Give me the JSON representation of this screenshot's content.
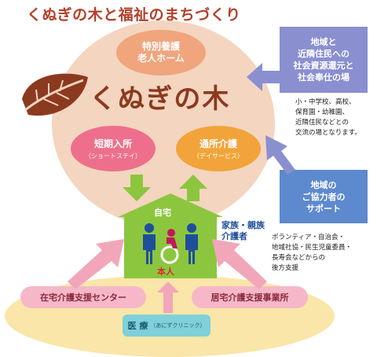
{
  "title": "くぬぎの木と福祉のまちづくり",
  "center": {
    "brand": "くぬぎの木",
    "top_pill": {
      "line1": "特別養護",
      "line2": "老人ホーム"
    },
    "left_pill": {
      "label": "短期入所",
      "sub": "（ショートステイ）"
    },
    "right_pill": {
      "label": "通所介護",
      "sub": "（デイサービス）"
    }
  },
  "community_box": {
    "line1": "地域と",
    "line2": "近隣住民への",
    "line3": "社会資源還元と",
    "line4": "社会奉仕の場"
  },
  "community_note": {
    "line1": "小・中学校、高校、",
    "line2": "保育園・幼稚園、",
    "line3": "近隣住民などとの",
    "line4": "交流の場となります。"
  },
  "support_box": {
    "line1": "地域の",
    "line2": "ご協力者の",
    "line3": "サポート"
  },
  "support_note": {
    "line1": "ボランティア・自治会・",
    "line2": "地域社協・民生児童委員・",
    "line3": "長寿会などからの",
    "line4": "後方支援"
  },
  "house": {
    "label": "自宅",
    "person": "本人"
  },
  "family": {
    "line1": "家族・親族",
    "line2": "介護者"
  },
  "bottom": {
    "left": "在宅介護支援センター",
    "right": "居宅介護支援事業所",
    "medical": "医 療",
    "medical_sub": "（あにずクリニック）"
  },
  "colors": {
    "title": "#b2402a",
    "brand": "#8b3a1f",
    "main_circle": "#f4d5c0",
    "house": "#8cc63f",
    "arrow_purple": "#8a8fd0",
    "arrow_green": "#8cc63f",
    "arrow_pink": "#f2a6ba"
  }
}
